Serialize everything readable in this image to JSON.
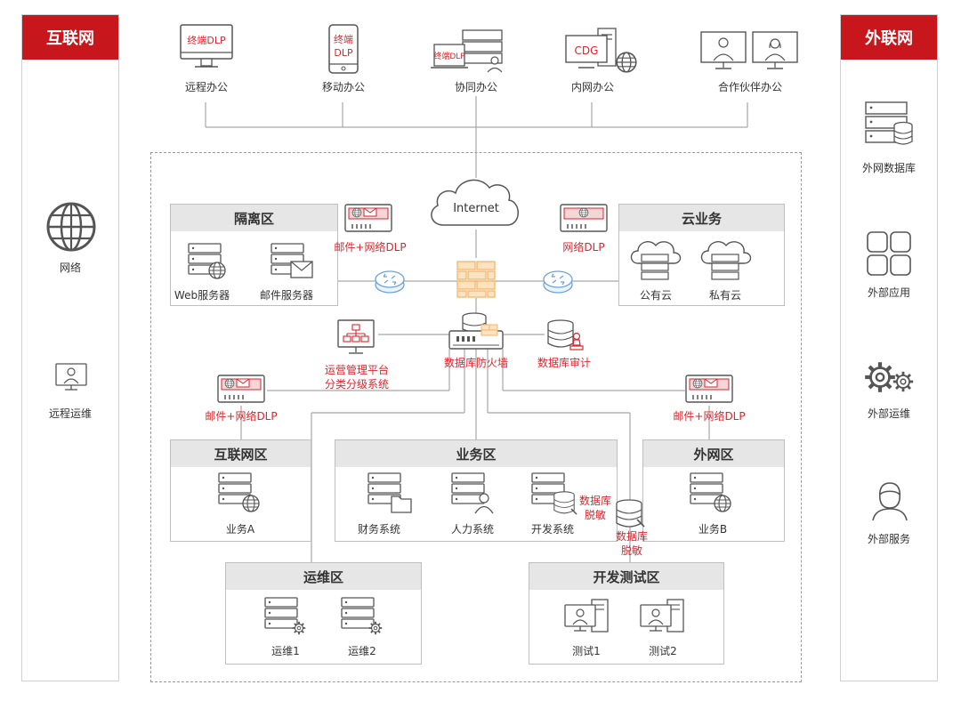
{
  "left_panel": {
    "title": "互联网",
    "items": [
      {
        "label": "网络",
        "icon": "globe-icon"
      },
      {
        "label": "远程运维",
        "icon": "monitor-user-icon"
      }
    ]
  },
  "right_panel": {
    "title": "外联网",
    "items": [
      {
        "label": "外网数据库",
        "icon": "server-database-icon"
      },
      {
        "label": "外部应用",
        "icon": "app-grid-icon"
      },
      {
        "label": "外部运维",
        "icon": "gears-icon"
      },
      {
        "label": "外部服务",
        "icon": "person-icon"
      }
    ]
  },
  "top_endpoints": [
    {
      "label": "远程办公",
      "screen_text": "终端DLP",
      "icon": "monitor-icon"
    },
    {
      "label": "移动办公",
      "screen_text_1": "终端",
      "screen_text_2": "DLP",
      "icon": "mobile-icon"
    },
    {
      "label": "协同办公",
      "screen_text": "终端DLP",
      "icon": "laptop-server-icon"
    },
    {
      "label": "内网办公",
      "screen_text": "CDG",
      "icon": "desktop-globe-icon"
    },
    {
      "label": "合作伙伴办公",
      "icon": "partners-icon"
    }
  ],
  "internet": {
    "label": "Internet"
  },
  "center": {
    "firewall_label": "数据库防火墙",
    "audit_label": "数据库审计",
    "ops_platform_line1": "运营管理平台",
    "ops_platform_line2": "分类分级系统"
  },
  "dlp_devices": {
    "isolation_dlp": "邮件+网络DLP",
    "cloud_dlp": "网络DLP",
    "left_dlp": "邮件+网络DLP",
    "right_dlp": "邮件+网络DLP"
  },
  "zones": {
    "isolation": {
      "title": "隔离区",
      "items": [
        "Web服务器",
        "邮件服务器"
      ]
    },
    "cloud": {
      "title": "云业务",
      "items": [
        "公有云",
        "私有云"
      ]
    },
    "internet_zone": {
      "title": "互联网区",
      "items": [
        "业务A"
      ]
    },
    "business": {
      "title": "业务区",
      "items": [
        "财务系统",
        "人力系统",
        "开发系统"
      ],
      "mask_line1": "数据库",
      "mask_line2": "脱敏"
    },
    "extranet_zone": {
      "title": "外网区",
      "items": [
        "业务B"
      ]
    },
    "ops": {
      "title": "运维区",
      "items": [
        "运维1",
        "运维2"
      ]
    },
    "devtest": {
      "title": "开发测试区",
      "items": [
        "测试1",
        "测试2"
      ]
    }
  },
  "floating_mask": {
    "line1": "数据库",
    "line2": "脱敏"
  },
  "colors": {
    "brand_red": "#c8161d",
    "label_red": "#d9262c",
    "line_gray": "#a6a6a6",
    "icon_gray": "#555555",
    "router_blue": "#6aa3d8",
    "firewall_orange": "#f2b66b"
  }
}
